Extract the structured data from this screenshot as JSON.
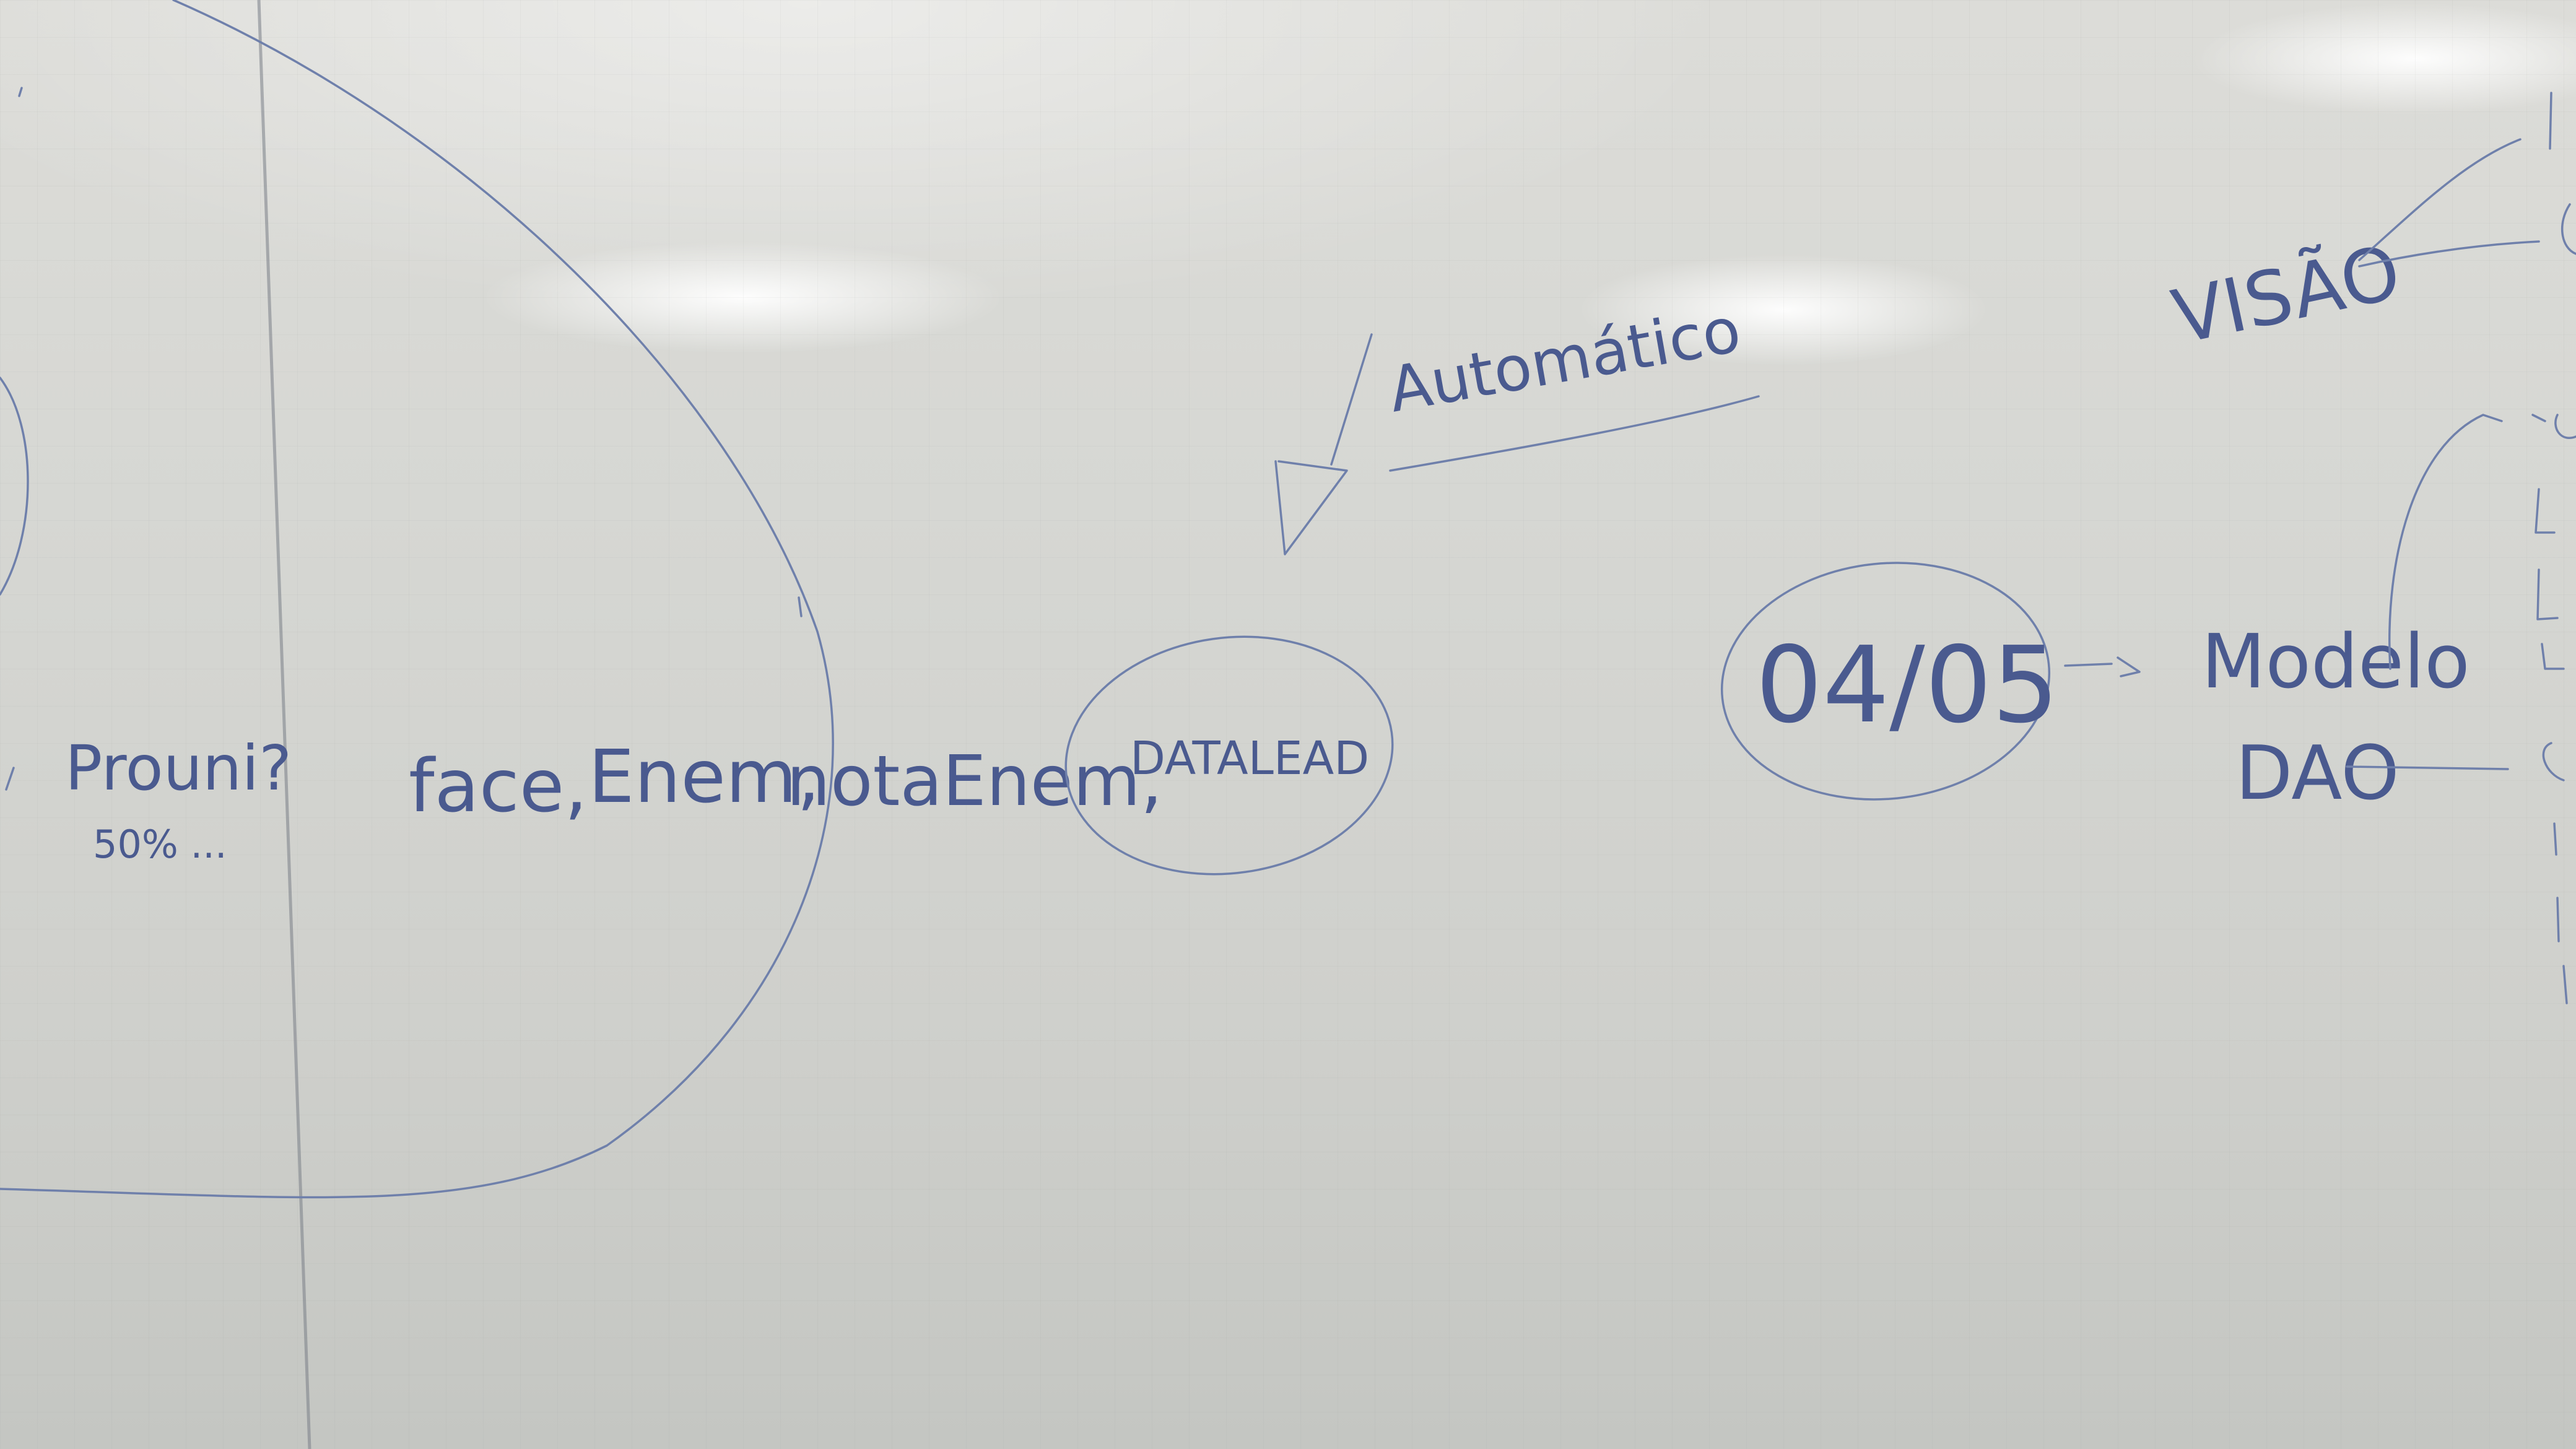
{
  "whiteboard": {
    "labels": {
      "prouni": "Prouni?",
      "percent_note": "50% ...",
      "list_face": "face,",
      "list_enem": "Enem,",
      "list_nota_enem": "notaEnem,",
      "datalead": "DATALEAD",
      "automatico": "Automático",
      "date": "04/05",
      "modelo": "Modelo",
      "dao": "DAO",
      "visao": "VISÃO"
    },
    "ink_color": "#5b6d9d"
  }
}
